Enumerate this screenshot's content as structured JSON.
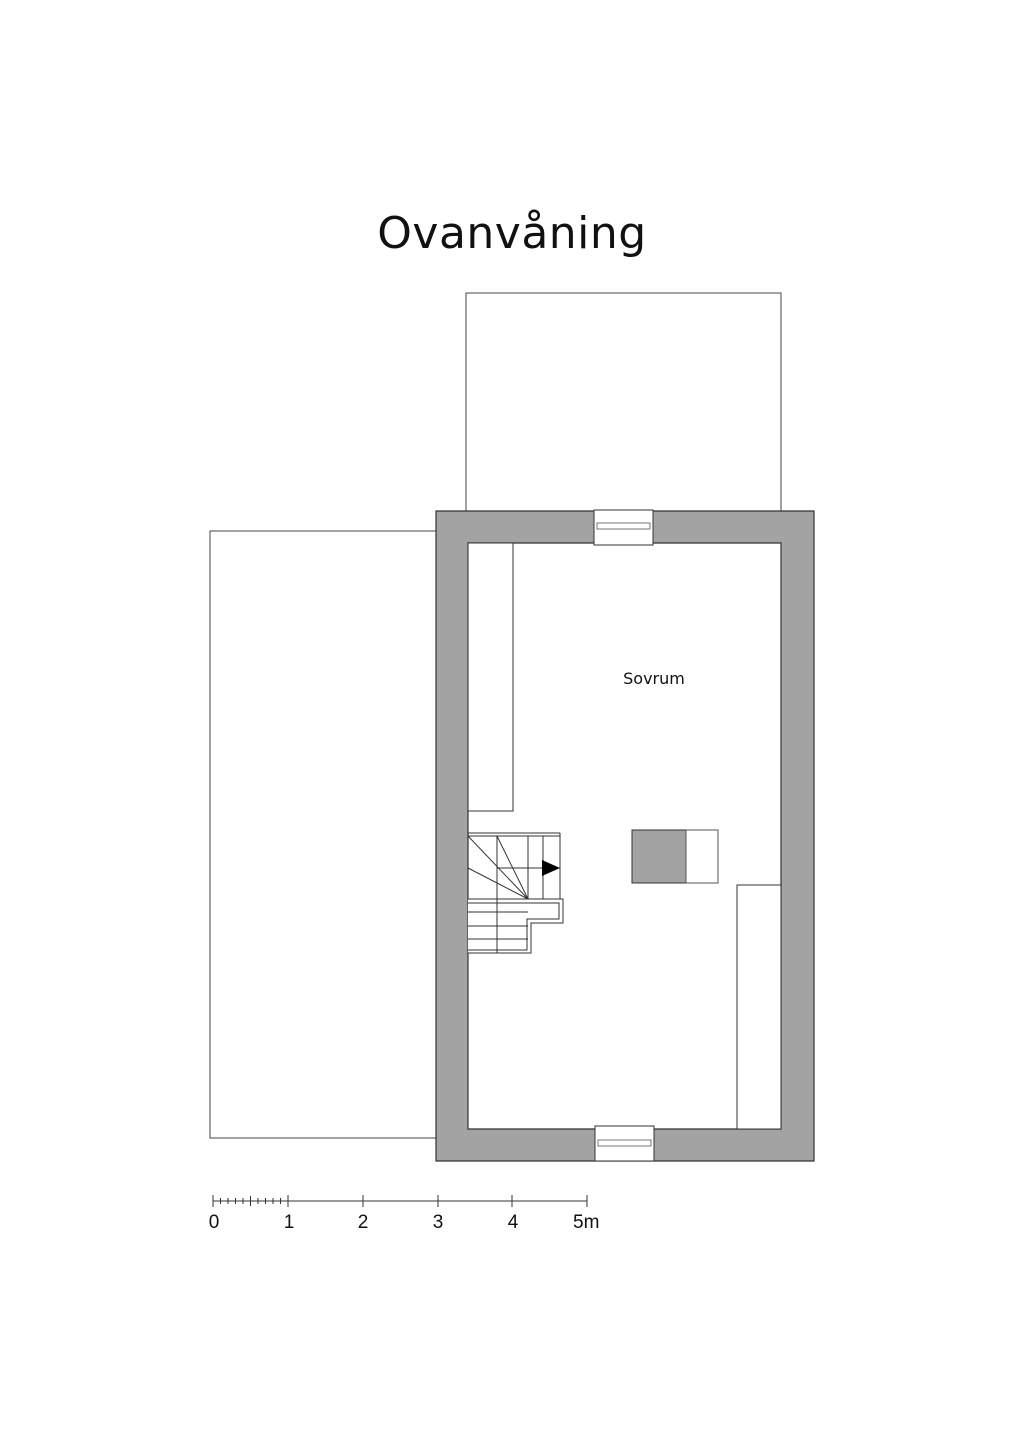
{
  "title": "Ovanvåning",
  "rooms": [
    {
      "name": "Sovrum"
    }
  ],
  "colors": {
    "wall_fill": "#a3a3a3",
    "line": "#333333",
    "background": "#ffffff",
    "chimney_fill": "#a3a3a3"
  },
  "elements": {
    "balcony_top": "open area above roof (outline)",
    "roof_left": "outline area to the left",
    "windows": [
      "top window",
      "bottom window"
    ],
    "stairs": "winder staircase with direction arrow",
    "chimney": "grey square with adjacent white box",
    "wardrobe_left": "tall built-in unit along left wall",
    "wardrobe_right": "tall built-in unit along right wall"
  },
  "scale_bar": {
    "labels": [
      "0",
      "1",
      "2",
      "3",
      "4",
      "5m"
    ],
    "unit": "m"
  }
}
